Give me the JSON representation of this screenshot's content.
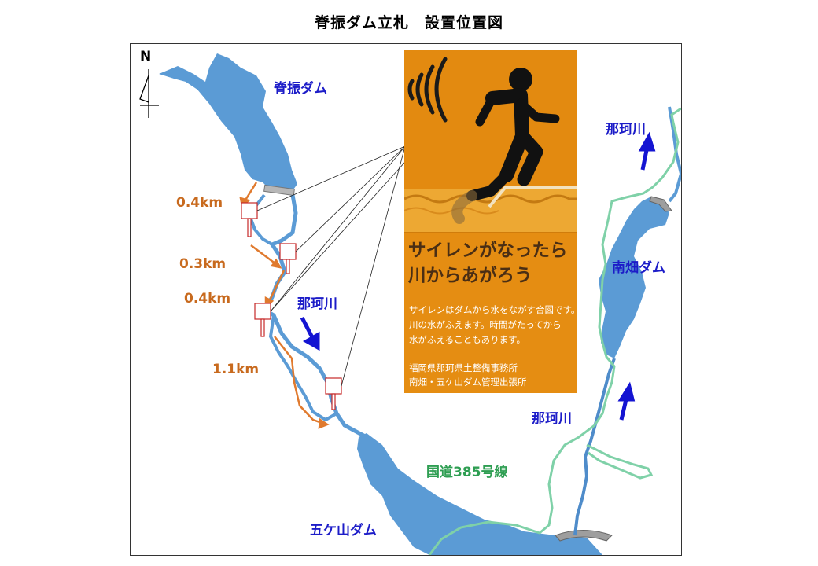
{
  "title": "脊振ダム立札　設置位置図",
  "north_label": "N",
  "dams": {
    "sefuri": "脊振ダム",
    "minamihata": "南畑ダム",
    "gokayama": "五ケ山ダム"
  },
  "rivers": {
    "naka_top_right": "那珂川",
    "naka_middle": "那珂川",
    "naka_lower_right": "那珂川"
  },
  "road": "国道385号線",
  "distances": [
    "0.4km",
    "0.3km",
    "0.4km",
    "1.1km"
  ],
  "sign": {
    "headline": [
      "サイレンがなったら",
      "川からあがろう"
    ],
    "body": [
      "サイレンはダムから水をながす合図です。",
      "川の水がふえます。時間がたってから",
      "水がふえることもあります。"
    ],
    "organization": [
      "福岡県那珂県土整備事務所",
      "南畑・五ケ山ダム管理出張所"
    ],
    "icons": [
      "siren-waves-icon",
      "running-person-icon",
      "water-waves-icon"
    ]
  },
  "colors": {
    "water": "#5b9bd5",
    "river_outline": "#3e7fc0",
    "distance_arrows": "#e07a2e",
    "road": "#7fd1a8",
    "labels_blue": "#1c1cc8",
    "labels_orange": "#c86a1e",
    "sign_orange": "#e38a10"
  }
}
